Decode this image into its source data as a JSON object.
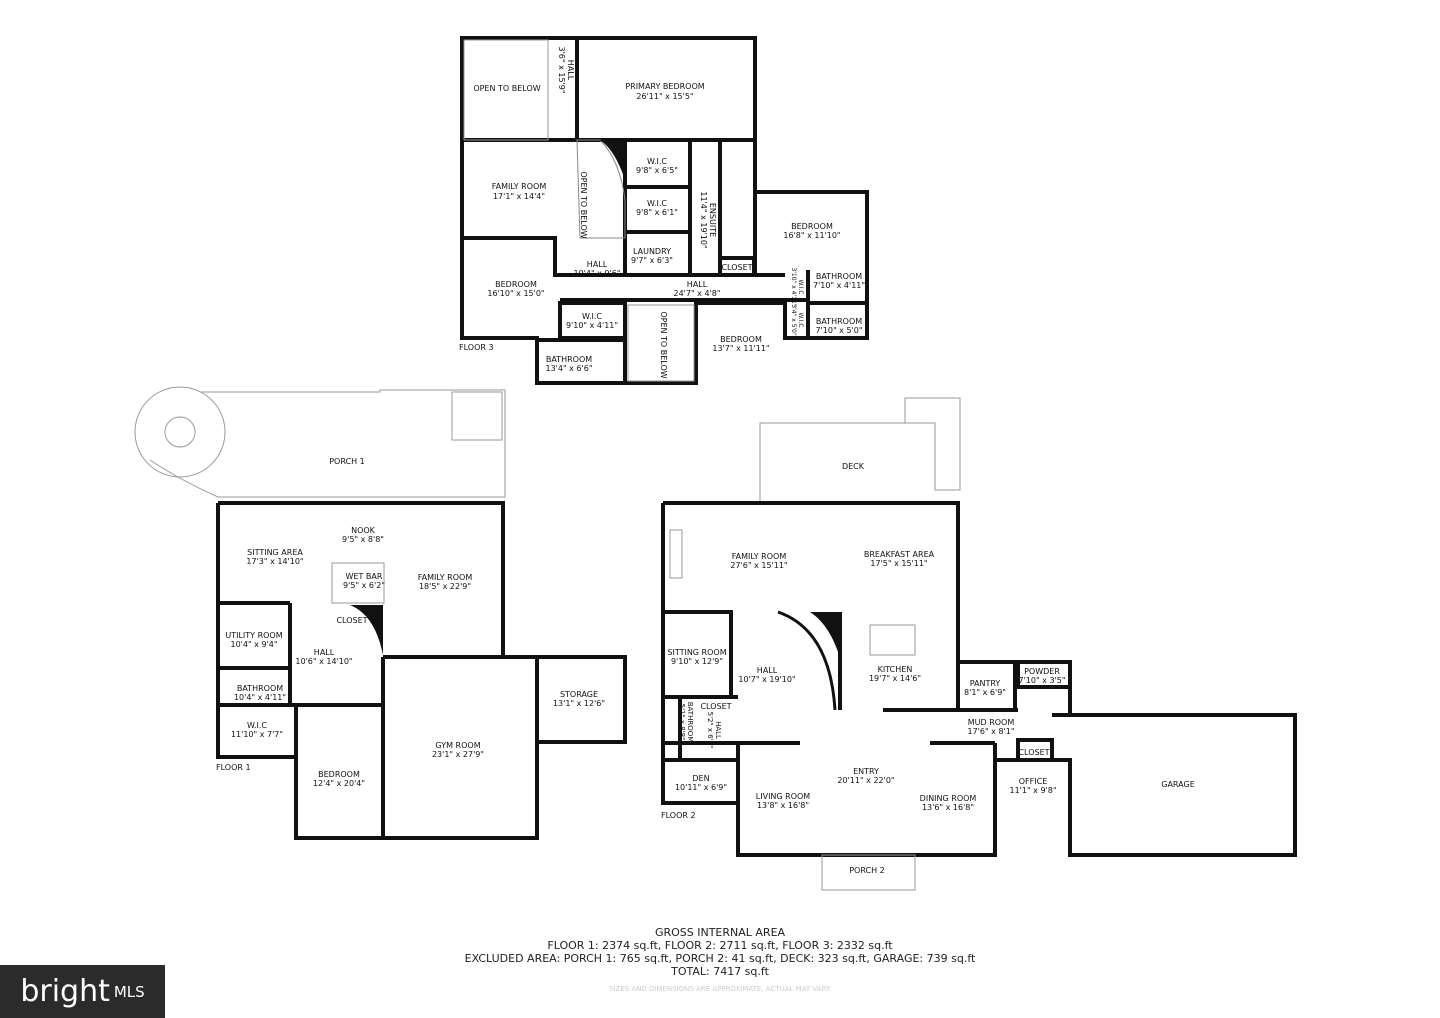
{
  "floor3": {
    "label": "FLOOR 3",
    "rooms": [
      {
        "name": "OPEN TO BELOW",
        "dims": ""
      },
      {
        "name": "HALL",
        "dims": "3'6\" x 15'9\""
      },
      {
        "name": "PRIMARY BEDROOM",
        "dims": "26'11\" x 15'5\""
      },
      {
        "name": "FAMILY ROOM",
        "dims": "17'1\" x 14'4\""
      },
      {
        "name": "OPEN TO BELOW",
        "dims": ""
      },
      {
        "name": "W.I.C",
        "dims": "9'8\" x 6'5\""
      },
      {
        "name": "W.I.C",
        "dims": "9'8\" x 6'1\""
      },
      {
        "name": "ENSUITE",
        "dims": "11'4\" x 19'10\""
      },
      {
        "name": "BEDROOM",
        "dims": "16'8\" x 11'10\""
      },
      {
        "name": "LAUNDRY",
        "dims": "9'7\" x 6'3\""
      },
      {
        "name": "HALL",
        "dims": "10'4\" x 9'6\""
      },
      {
        "name": "CLOSET",
        "dims": ""
      },
      {
        "name": "HALL",
        "dims": "24'7\" x 4'8\""
      },
      {
        "name": "BEDROOM",
        "dims": "16'10\" x 15'0\""
      },
      {
        "name": "W.I.C",
        "dims": "9'10\" x 4'11\""
      },
      {
        "name": "OPEN TO BELOW",
        "dims": ""
      },
      {
        "name": "BEDROOM",
        "dims": "13'7\" x 11'11\""
      },
      {
        "name": "BATHROOM",
        "dims": "13'4\" x 6'6\""
      },
      {
        "name": "BATHROOM",
        "dims": "7'10\" x 4'11\""
      },
      {
        "name": "BATHROOM",
        "dims": "7'10\" x 5'0\""
      },
      {
        "name": "W.I.C",
        "dims": "3'10\" x 4'11\""
      },
      {
        "name": "W.I.C",
        "dims": "3'4\" x 5'0\""
      }
    ]
  },
  "floor1": {
    "label": "FLOOR 1",
    "rooms": [
      {
        "name": "PORCH 1",
        "dims": ""
      },
      {
        "name": "SITTING AREA",
        "dims": "17'3\" x 14'10\""
      },
      {
        "name": "NOOK",
        "dims": "9'5\" x 8'8\""
      },
      {
        "name": "WET BAR",
        "dims": "9'5\" x 6'2\""
      },
      {
        "name": "FAMILY ROOM",
        "dims": "18'5\" x 22'9\""
      },
      {
        "name": "UTILITY ROOM",
        "dims": "10'4\" x 9'4\""
      },
      {
        "name": "CLOSET",
        "dims": ""
      },
      {
        "name": "HALL",
        "dims": "10'6\" x 14'10\""
      },
      {
        "name": "BATHROOM",
        "dims": "10'4\" x 4'11\""
      },
      {
        "name": "W.I.C",
        "dims": "11'10\" x 7'7\""
      },
      {
        "name": "BEDROOM",
        "dims": "12'4\" x 20'4\""
      },
      {
        "name": "GYM ROOM",
        "dims": "23'1\" x 27'9\""
      },
      {
        "name": "STORAGE",
        "dims": "13'1\" x 12'6\""
      }
    ]
  },
  "floor2": {
    "label": "FLOOR 2",
    "rooms": [
      {
        "name": "DECK",
        "dims": ""
      },
      {
        "name": "FAMILY ROOM",
        "dims": "27'6\" x 15'11\""
      },
      {
        "name": "BREAKFAST AREA",
        "dims": "17'5\" x 15'11\""
      },
      {
        "name": "SITTING ROOM",
        "dims": "9'10\" x 12'9\""
      },
      {
        "name": "HALL",
        "dims": "10'7\" x 19'10\""
      },
      {
        "name": "KITCHEN",
        "dims": "19'7\" x 14'6\""
      },
      {
        "name": "PANTRY",
        "dims": "8'1\" x 6'9\""
      },
      {
        "name": "POWDER",
        "dims": "7'10\" x 3'5\""
      },
      {
        "name": "CLOSET",
        "dims": ""
      },
      {
        "name": "MUD ROOM",
        "dims": "17'6\" x 8'1\""
      },
      {
        "name": "CLOSET",
        "dims": ""
      },
      {
        "name": "ENTRY",
        "dims": "20'11\" x 22'0\""
      },
      {
        "name": "DEN",
        "dims": "10'11\" x 6'9\""
      },
      {
        "name": "LIVING ROOM",
        "dims": "13'8\" x 16'8\""
      },
      {
        "name": "DINING ROOM",
        "dims": "13'6\" x 16'8\""
      },
      {
        "name": "OFFICE",
        "dims": "11'1\" x 9'8\""
      },
      {
        "name": "GARAGE",
        "dims": ""
      },
      {
        "name": "PORCH 2",
        "dims": ""
      },
      {
        "name": "BATHROOM",
        "dims": "5'1\" x 8'8\""
      },
      {
        "name": "HALL",
        "dims": "5'2\" x 6'2\""
      }
    ]
  },
  "summary": {
    "title": "GROSS INTERNAL AREA",
    "floors": "FLOOR 1: 2374 sq.ft, FLOOR 2: 2711 sq.ft, FLOOR 3: 2332 sq.ft",
    "excluded": "EXCLUDED AREA: PORCH 1: 765 sq.ft, PORCH 2: 41 sq.ft, DECK: 323 sq.ft, GARAGE: 739 sq.ft",
    "total": "TOTAL: 7417 sq.ft",
    "disclaimer": "SIZES AND DIMENSIONS ARE APPROXIMATE, ACTUAL MAY VARY."
  },
  "logo": {
    "text": "bright MLS",
    "bright": "bright",
    "mls": "MLS",
    "background": "#2b2b2b"
  }
}
